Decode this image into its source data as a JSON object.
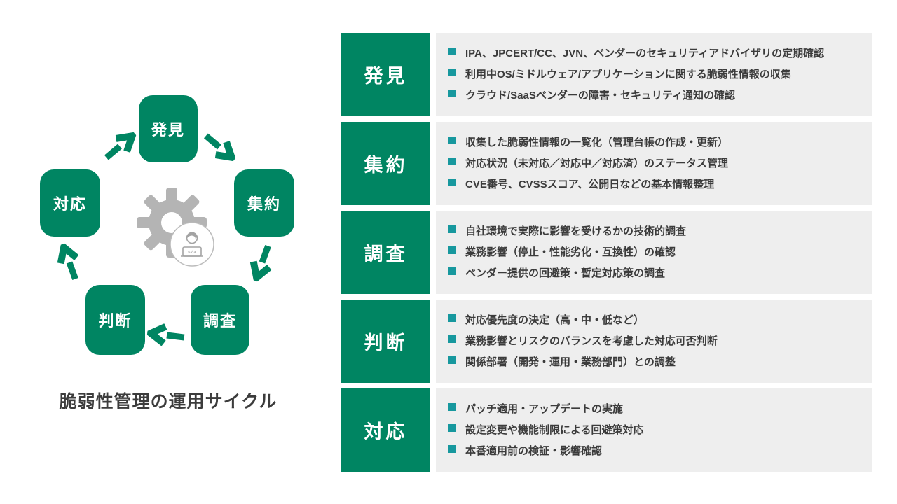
{
  "colors": {
    "accent_green": "#008562",
    "bullet_teal": "#17989e",
    "detail_bg": "#eeeeee",
    "body_text": "#3b3b3b",
    "gear_gray": "#b4b4b4"
  },
  "cycle": {
    "title": "脆弱性管理の運用サイクル",
    "nodes": [
      {
        "label": "発見"
      },
      {
        "label": "集約"
      },
      {
        "label": "調査"
      },
      {
        "label": "判断"
      },
      {
        "label": "対応"
      }
    ],
    "center_icon": "gear-icon + developer-avatar-icon",
    "center_code": "</>"
  },
  "sections": [
    {
      "label": "発見",
      "items": [
        "IPA、JPCERT/CC、JVN、ベンダーのセキュリティアドバイザリの定期確認",
        "利用中OS/ミドルウェア/アプリケーションに関する脆弱性情報の収集",
        "クラウド/SaaSベンダーの障害・セキュリティ通知の確認"
      ]
    },
    {
      "label": "集約",
      "items": [
        "収集した脆弱性情報の一覧化（管理台帳の作成・更新）",
        "対応状況（未対応／対応中／対応済）のステータス管理",
        "CVE番号、CVSSスコア、公開日などの基本情報整理"
      ]
    },
    {
      "label": "調査",
      "items": [
        "自社環境で実際に影響を受けるかの技術的調査",
        "業務影響（停止・性能劣化・互換性）の確認",
        "ベンダー提供の回避策・暫定対応策の調査"
      ]
    },
    {
      "label": "判断",
      "items": [
        "対応優先度の決定（高・中・低など）",
        "業務影響とリスクのバランスを考慮した対応可否判断",
        "関係部署（開発・運用・業務部門）との調整"
      ]
    },
    {
      "label": "対応",
      "items": [
        "パッチ適用・アップデートの実施",
        "設定変更や機能制限による回避策対応",
        "本番適用前の検証・影響確認"
      ]
    }
  ]
}
